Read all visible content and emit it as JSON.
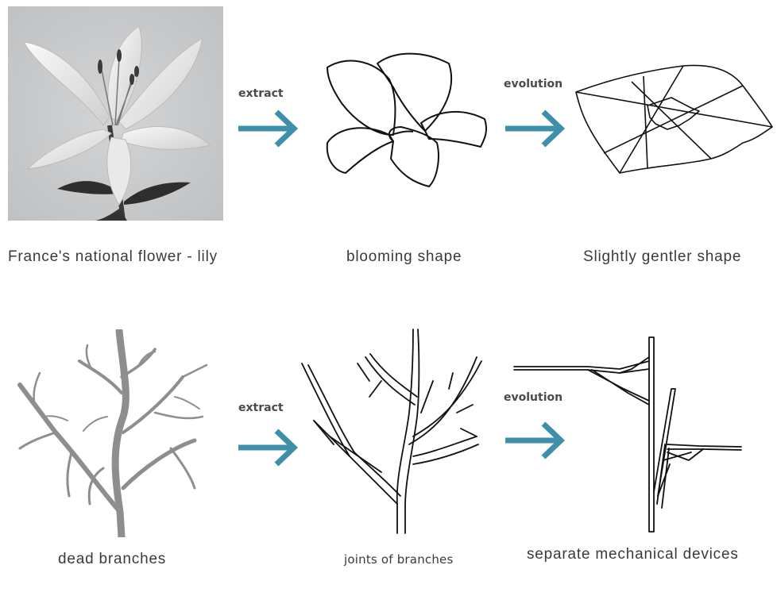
{
  "colors": {
    "arrow": "#3e8fa8",
    "photo_background": "#c9cbcd",
    "outline": "#111111"
  },
  "row1": {
    "photo_caption": "France's national flower - lily",
    "extract_label": "extract",
    "outline_caption": "blooming shape",
    "evolution_label": "evolution",
    "evolved_caption": "Slightly gentler shape"
  },
  "row2": {
    "photo_caption": "dead branches",
    "extract_label": "extract",
    "outline_caption": "joints of branches",
    "evolution_label": "evolution",
    "evolved_caption": "separate mechanical devices"
  }
}
